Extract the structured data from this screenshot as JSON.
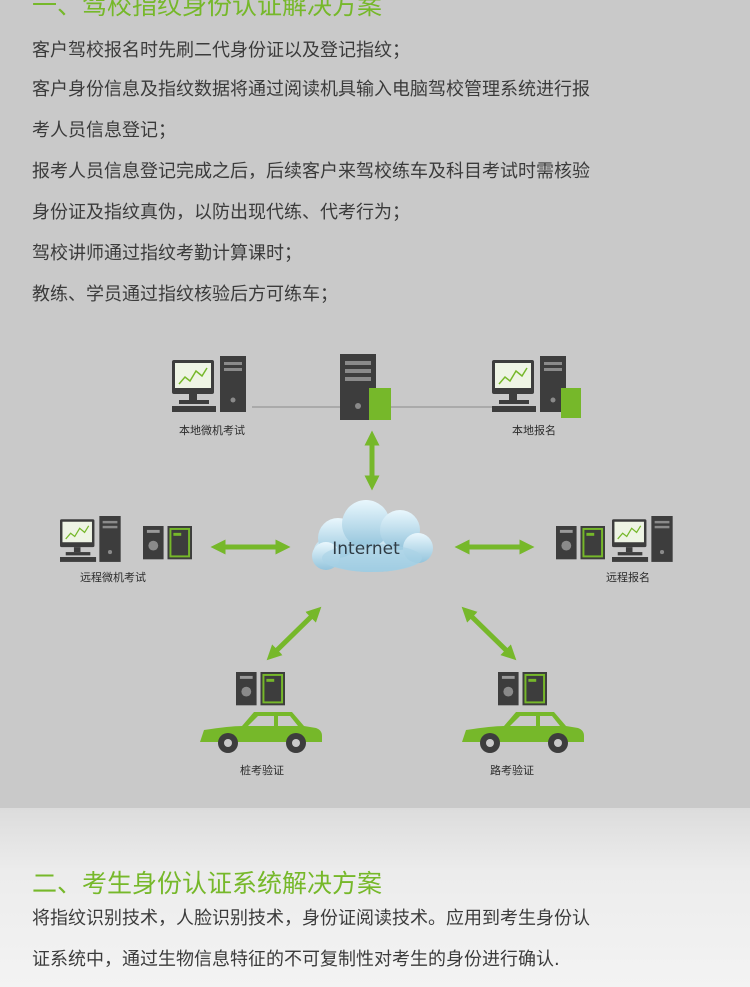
{
  "section1": {
    "title": "一、驾校指纹身份认证解决方案",
    "lines": [
      "客户驾校报名时先刷二代身份证以及登记指纹；",
      "客户身份信息及指纹数据将通过阅读机具输入电脑驾校管理系统进行报",
      "考人员信息登记；",
      "报考人员信息登记完成之后，后续客户来驾校练车及科目考试时需核验",
      "身份证及指纹真伪，以防出现代练、代考行为；",
      "驾校讲师通过指纹考勤计算课时；",
      "教练、学员通过指纹核验后方可练车；"
    ]
  },
  "diagram": {
    "cloud_label": "Internet",
    "local_exam_label": "本地微机考试",
    "local_register_label": "本地报名",
    "remote_exam_label": "远程微机考试",
    "remote_register_label": "远程报名",
    "pile_test_label": "桩考验证",
    "road_test_label": "路考验证",
    "accent_color": "#76b82a",
    "dark_color": "#3d3d3d"
  },
  "section2": {
    "title": "二、考生身份认证系统解决方案",
    "lines": [
      "将指纹识别技术，人脸识别技术，身份证阅读技术。应用到考生身份认",
      "证系统中，通过生物信息特征的不可复制性对考生的身份进行确认."
    ]
  }
}
